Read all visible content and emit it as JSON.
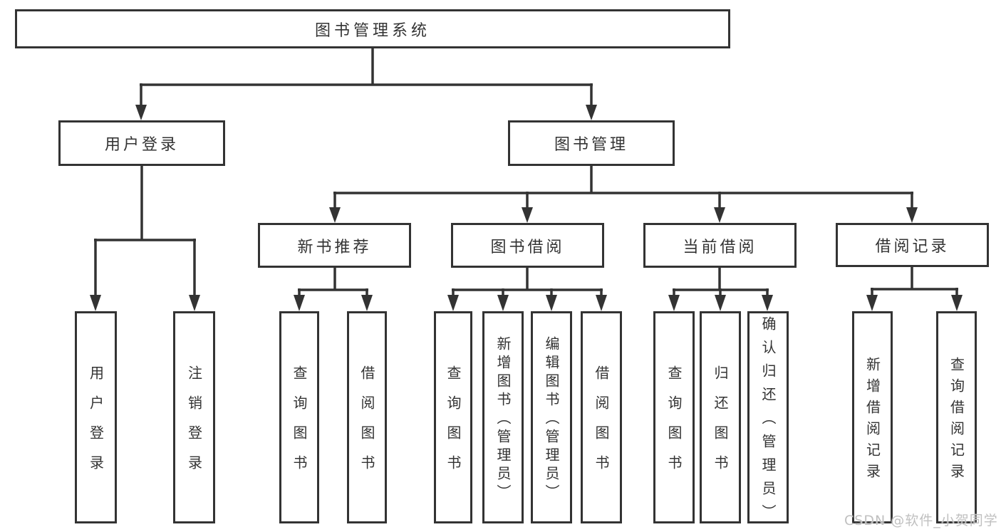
{
  "colors": {
    "line": "#333333",
    "box_border": "#333333",
    "text": "#333333",
    "watermark_text": "#c0c0c0",
    "background": "#ffffff"
  },
  "watermark": {
    "text": "CSDN @软件_小贺同学"
  },
  "tree": {
    "root": {
      "label": "图书管理系统"
    },
    "branches": [
      {
        "label": "用户登录",
        "children": [
          {
            "label": "用户登录"
          },
          {
            "label": "注销登录"
          }
        ]
      },
      {
        "label": "图书管理",
        "children": [
          {
            "label": "新书推荐",
            "children": [
              {
                "label": "查询图书"
              },
              {
                "label": "借阅图书"
              }
            ]
          },
          {
            "label": "图书借阅",
            "children": [
              {
                "label": "查询图书"
              },
              {
                "label": "新增图书（管理员）"
              },
              {
                "label": "编辑图书（管理员）"
              },
              {
                "label": "借阅图书"
              }
            ]
          },
          {
            "label": "当前借阅",
            "children": [
              {
                "label": "查询图书"
              },
              {
                "label": "归还图书"
              },
              {
                "label": "确认归还（管理员）"
              }
            ]
          },
          {
            "label": "借阅记录",
            "children": [
              {
                "label": "新增借阅记录"
              },
              {
                "label": "查询借阅记录"
              }
            ]
          }
        ]
      }
    ]
  }
}
